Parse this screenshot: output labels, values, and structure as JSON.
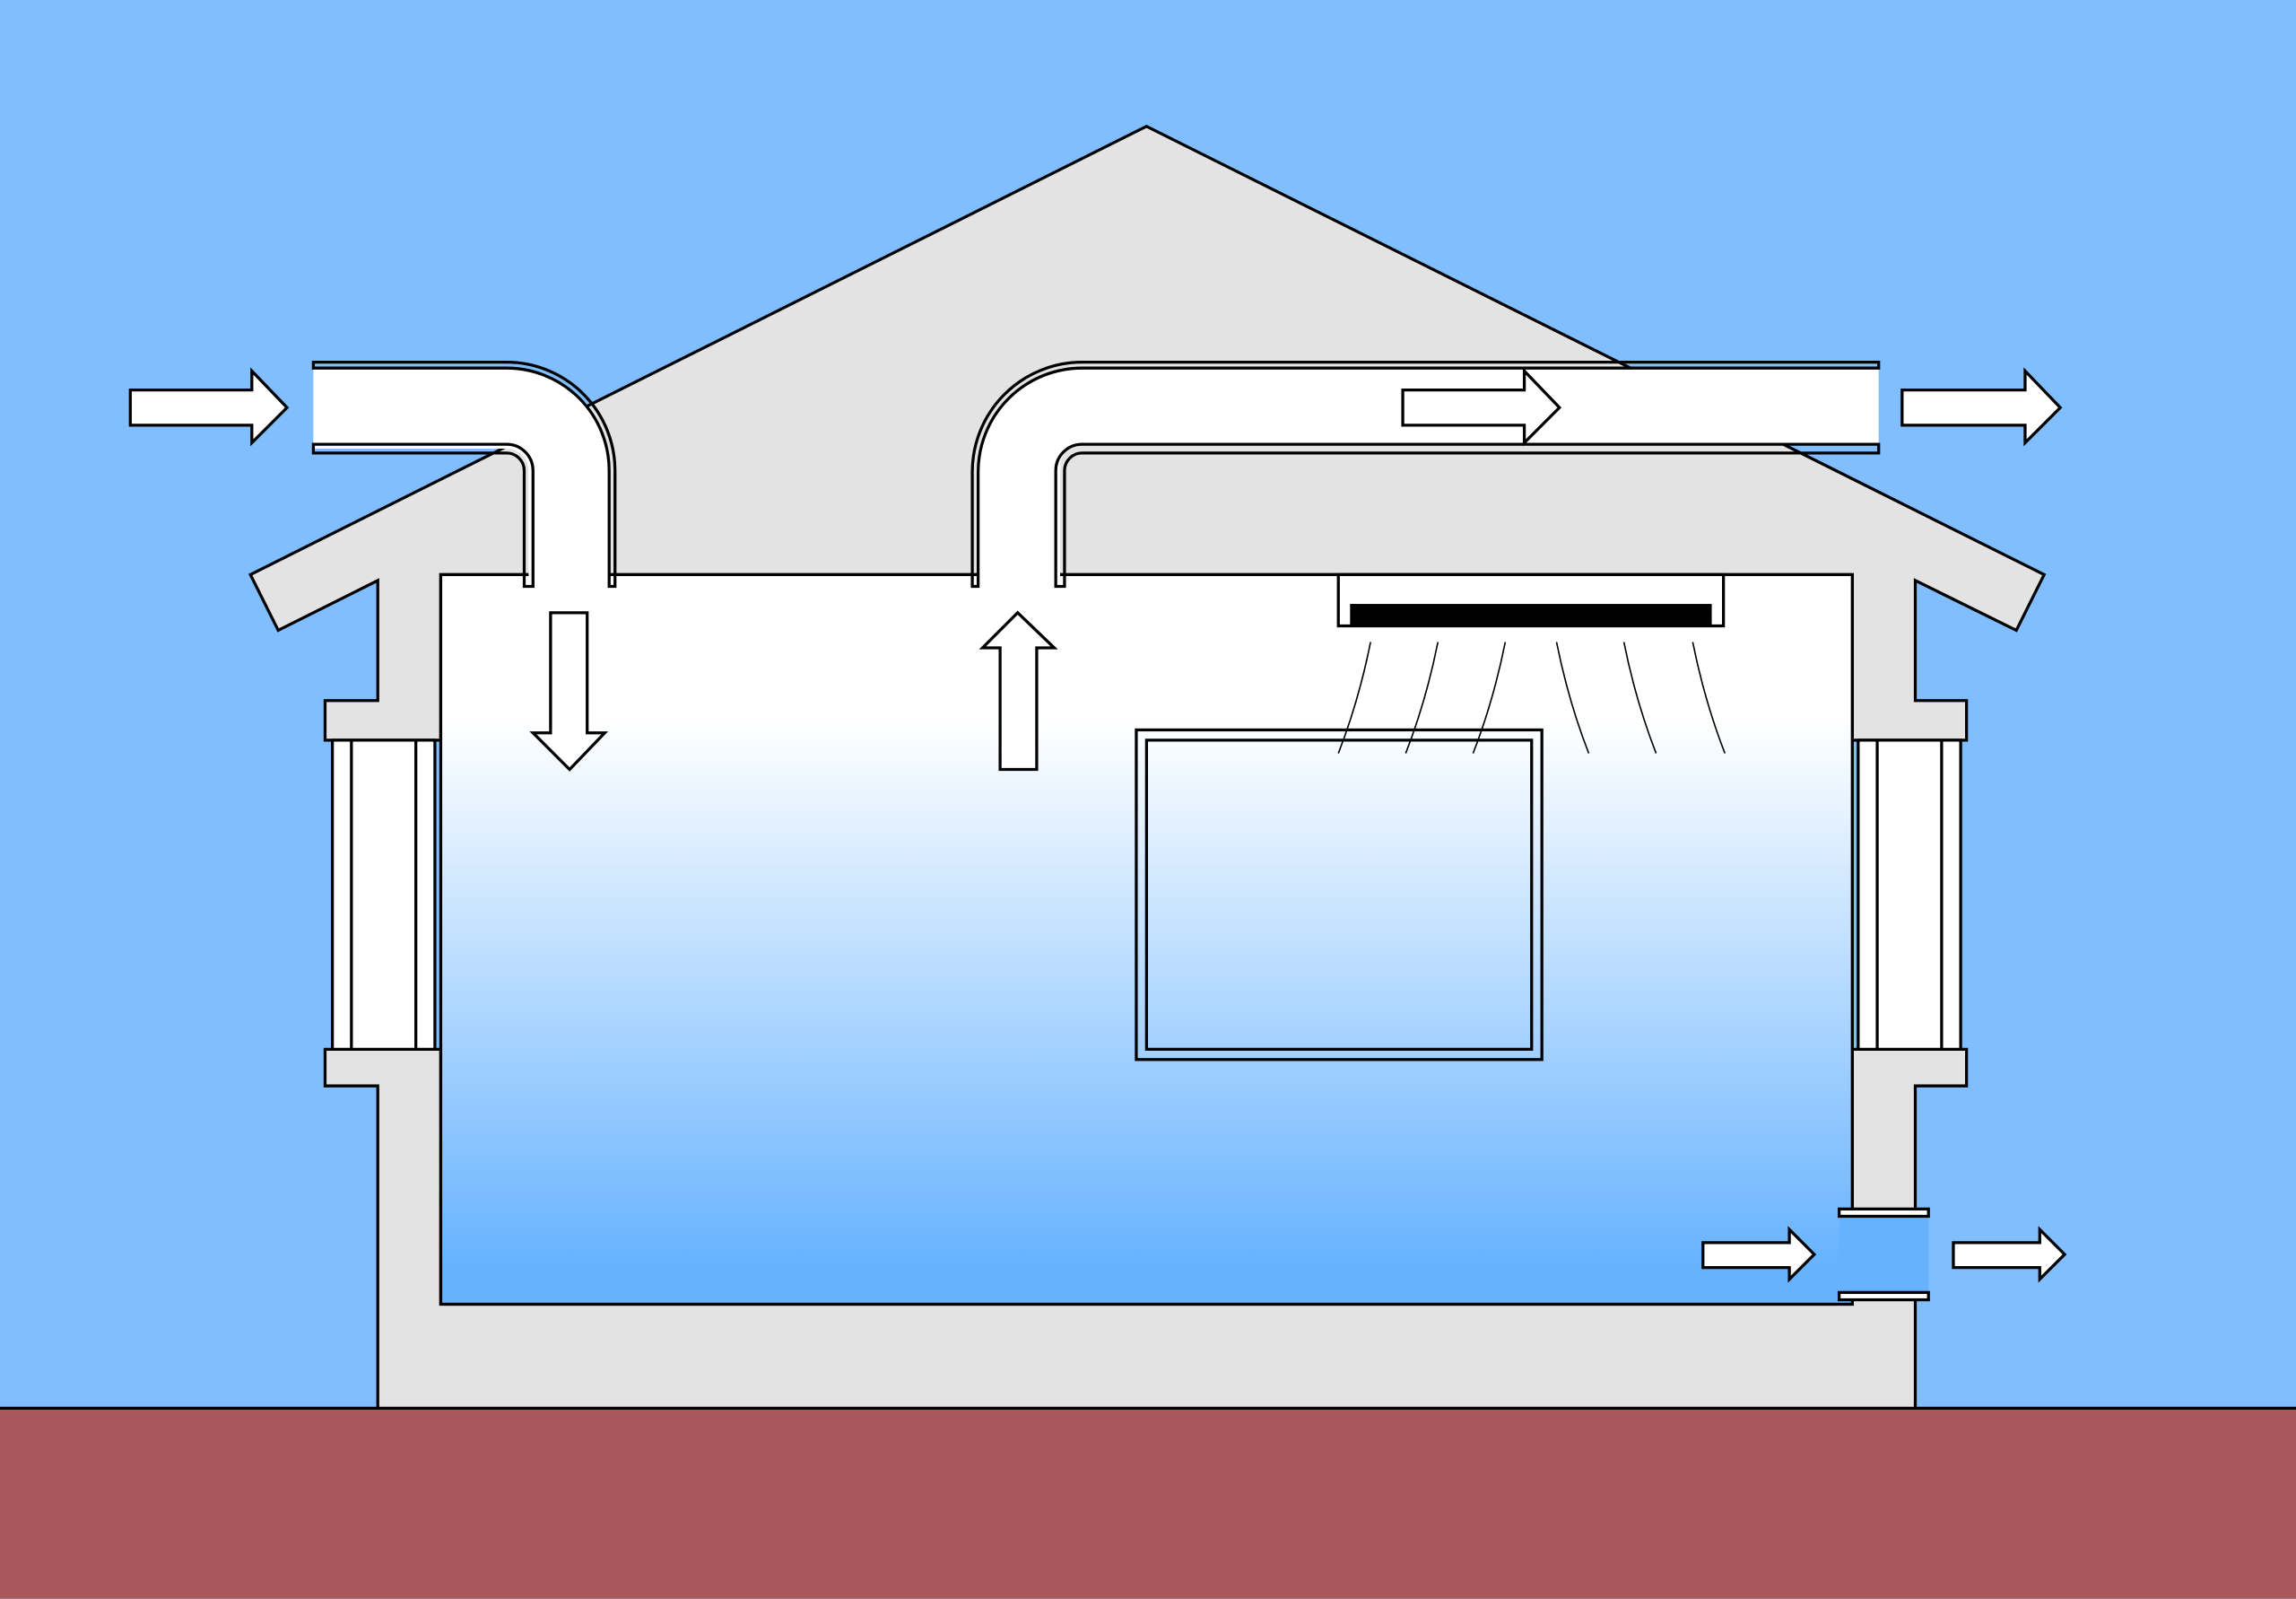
{
  "colors": {
    "sky": "#80BEFF",
    "ground": "#A8585A",
    "structure": "#E3E3E3",
    "room_top": "#FFFFFF",
    "room_bottom": "#66B2FF",
    "duct_interior": "#FFFFFF",
    "heater": "#000000",
    "exhaust_vent_fill": "#66B2FF",
    "outline": "#000000"
  },
  "flows": [
    {
      "id": "outdoor-air-intake",
      "direction": "right"
    },
    {
      "id": "supply-into-room",
      "direction": "down"
    },
    {
      "id": "return-from-room",
      "direction": "up"
    },
    {
      "id": "exhaust-duct-flow",
      "direction": "right"
    },
    {
      "id": "exhaust-to-outdoors",
      "direction": "right"
    },
    {
      "id": "wall-vent-in",
      "direction": "right"
    },
    {
      "id": "wall-vent-out",
      "direction": "right"
    }
  ],
  "heat_waves": {
    "count": 6
  }
}
